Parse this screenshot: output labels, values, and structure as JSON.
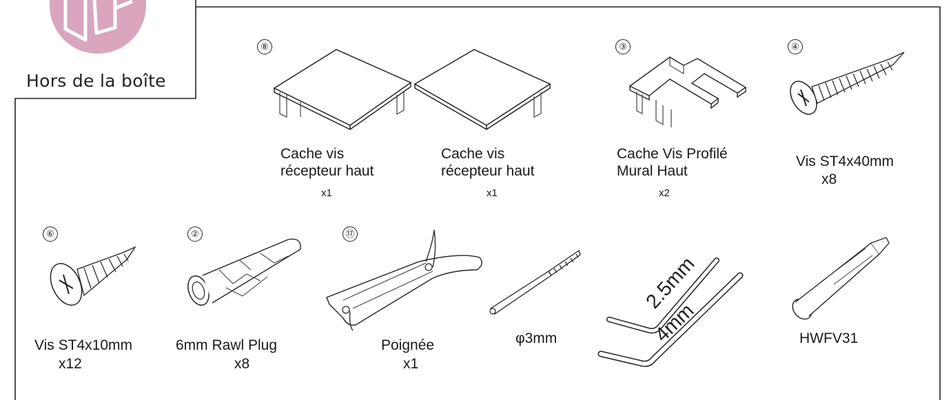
{
  "header": {
    "title": "Hors de la boîte"
  },
  "colors": {
    "badge": "#d9a5bf",
    "stroke": "#222222"
  },
  "items": [
    {
      "num": "⑧",
      "label1": "Cache vis",
      "label2": "récepteur haut",
      "qty": "x1",
      "icon": "top-cover-cap"
    },
    {
      "label1": "Cache vis",
      "label2": "récepteur haut",
      "qty": "x1",
      "icon": "top-cover-cap"
    },
    {
      "num": "③",
      "label1": "Cache Vis Profilé",
      "label2": "Mural Haut",
      "qty": "x2",
      "icon": "wall-profile-cap"
    },
    {
      "num": "④",
      "label1": "Vis ST4x40mm",
      "qty": "x8",
      "icon": "long-screw"
    },
    {
      "num": "⑥",
      "label1": "Vis ST4x10mm",
      "qty": "x12",
      "icon": "short-screw"
    },
    {
      "num": "②",
      "label1": "6mm Rawl Plug",
      "qty": "x8",
      "icon": "wall-plug"
    },
    {
      "num": "⑰",
      "label1": "Poignée",
      "qty": "x1",
      "icon": "handle"
    },
    {
      "label1": "φ3mm",
      "icon": "drill-bit"
    },
    {
      "key1": "2.5mm",
      "key2": "4mm",
      "icon": "hex-keys"
    },
    {
      "label1": "HWFV31",
      "icon": "hwfv31-tool"
    }
  ]
}
